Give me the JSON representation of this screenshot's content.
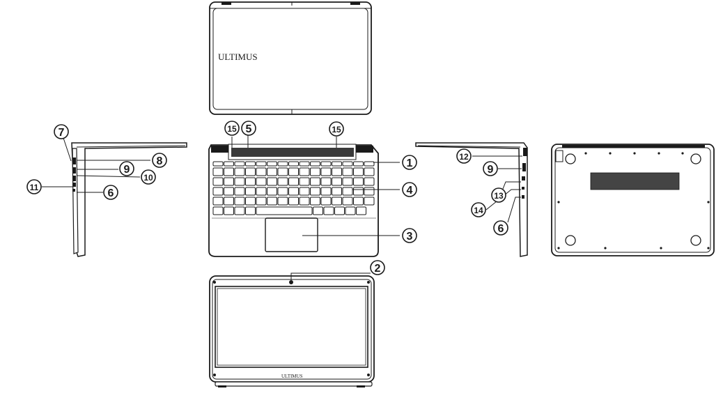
{
  "brand": {
    "lid_logo": "ULTIMUS",
    "bezel_logo": "ULTIMUS"
  },
  "callouts": {
    "n1": "1",
    "n2": "2",
    "n3": "3",
    "n4": "4",
    "n5": "5",
    "n6_left": "6",
    "n6_right": "6",
    "n7": "7",
    "n8": "8",
    "n9_left": "9",
    "n9_right": "9",
    "n10": "10",
    "n11": "11",
    "n12": "12",
    "n13": "13",
    "n14": "14",
    "n15_left": "15",
    "n15_right": "15"
  },
  "colors": {
    "line": "#1a1a1a",
    "fill": "#ffffff",
    "dark": "#333333"
  }
}
